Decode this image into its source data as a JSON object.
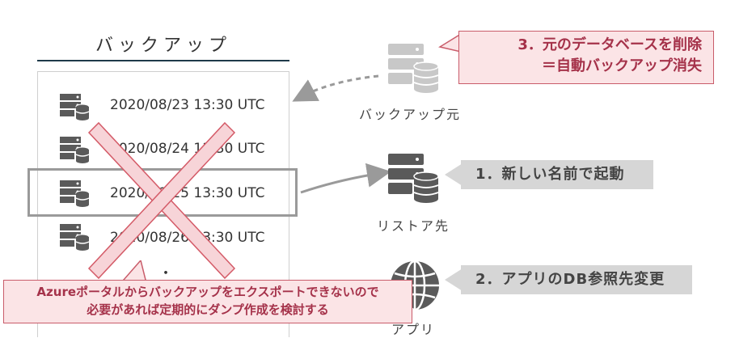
{
  "backup_panel": {
    "title": "バックアップ",
    "entries": [
      "2020/08/23 13:30 UTC",
      "2020/08/24 13:30 UTC",
      "2020/08/25 13:30 UTC",
      "2020/08/26 13:30 UTC"
    ],
    "ellipsis": "・"
  },
  "nodes": {
    "backup_source": "バックアップ元",
    "restore_target": "リストア先",
    "app": "アプリ"
  },
  "callouts": {
    "step1": "1．新しい名前で起動",
    "step2": "2．アプリのDB参照先変更",
    "step3_line1": "3．元のデータベースを削除",
    "step3_line2": "＝自動バックアップ消失",
    "warning_line1": "Azureポータルからバックアップをエクスポートできないので",
    "warning_line2": "必要があれば定期的にダンプ作成を検討する"
  },
  "colors": {
    "accent_red": "#c95c6a",
    "pink_fill": "#fbe4e6",
    "gray_callout": "#d6d6d6",
    "server_dark": "#5a5a5a",
    "server_faded": "#c8c8c8"
  }
}
